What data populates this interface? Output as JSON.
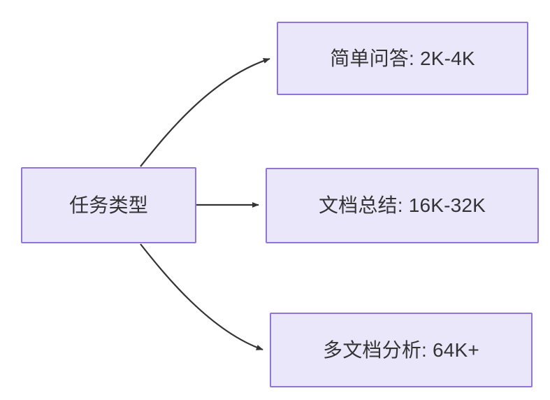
{
  "diagram": {
    "type": "flowchart",
    "direction": "left-to-right",
    "background_color": "#ffffff",
    "node_fill_color": "#eae7fa",
    "node_border_color": "#9074d8",
    "node_text_color": "#333333",
    "edge_color": "#333333",
    "nodes": [
      {
        "id": "root",
        "label": "任务类型"
      },
      {
        "id": "simple",
        "label": "简单问答: 2K-4K"
      },
      {
        "id": "doc",
        "label": "文档总结: 16K-32K"
      },
      {
        "id": "multi",
        "label": "多文档分析: 64K+"
      }
    ],
    "edges": [
      {
        "from": "root",
        "to": "simple",
        "style": "curved",
        "arrow": "triangle"
      },
      {
        "from": "root",
        "to": "doc",
        "style": "straight",
        "arrow": "triangle"
      },
      {
        "from": "root",
        "to": "multi",
        "style": "curved",
        "arrow": "triangle"
      }
    ]
  }
}
